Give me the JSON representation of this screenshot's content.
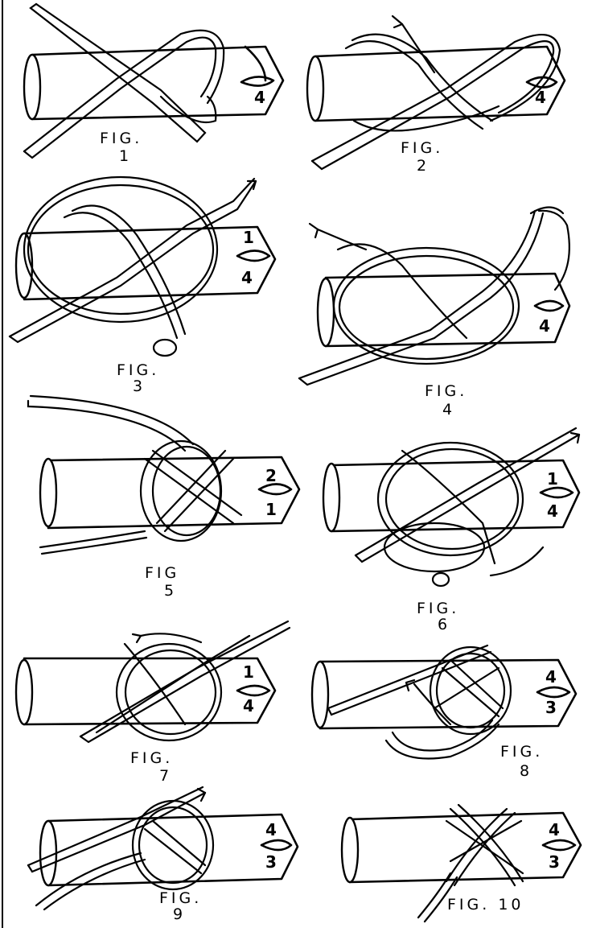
{
  "figures": [
    {
      "id": 1,
      "word": "FIG.",
      "number": "1",
      "faces": [
        "4"
      ]
    },
    {
      "id": 2,
      "word": "FIG.",
      "number": "2",
      "faces": [
        "4"
      ]
    },
    {
      "id": 3,
      "word": "FIG.",
      "number": "3",
      "faces": [
        "1",
        "4"
      ]
    },
    {
      "id": 4,
      "word": "FIG.",
      "number": "4",
      "faces": [
        "4"
      ]
    },
    {
      "id": 5,
      "word": "FIG",
      "number": "5",
      "faces": [
        "2",
        "1"
      ]
    },
    {
      "id": 6,
      "word": "FIG.",
      "number": "6",
      "faces": [
        "1",
        "4"
      ]
    },
    {
      "id": 7,
      "word": "FIG.",
      "number": "7",
      "faces": [
        "1",
        "4"
      ]
    },
    {
      "id": 8,
      "word": "FIG.",
      "number": "8",
      "faces": [
        "4",
        "3"
      ]
    },
    {
      "id": 9,
      "word": "FIG.",
      "number": "9",
      "faces": [
        "4",
        "3"
      ]
    },
    {
      "id": 10,
      "word": "FIG. 10",
      "number": "",
      "faces": [
        "4",
        "3"
      ]
    }
  ]
}
